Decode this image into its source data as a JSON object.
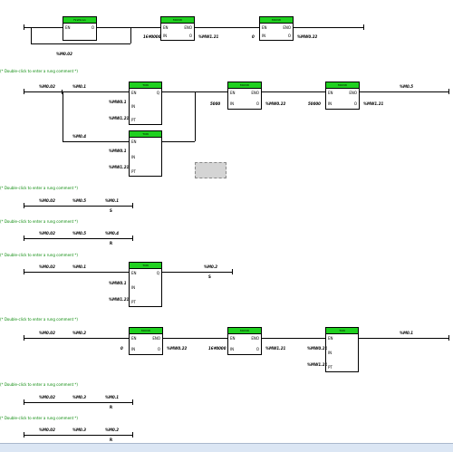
{
  "editor": {
    "comment_text": "(* Double-click to enter a rung comment *)",
    "colors": {
      "block_header": "#20d020",
      "comment": "#0a8a0a",
      "wire": "#000000"
    },
    "rungs": [
      {
        "blocks": [
          {
            "title": "FirstScan",
            "pins": [
              "EN",
              "O"
            ]
          },
          {
            "title": "MOVW",
            "pins": [
              "EN",
              "ENO",
              "IN",
              "O"
            ],
            "in": "16#0000",
            "out": "%MW1.21"
          },
          {
            "title": "MOVW",
            "pins": [
              "EN",
              "ENO",
              "IN",
              "O"
            ],
            "in": "0",
            "out": "%MW0.22"
          }
        ],
        "contact": "%M0.02"
      },
      {
        "contacts": [
          "%M0.02",
          "%M0.1",
          "%M0.4"
        ],
        "blocks": [
          {
            "title": "TON",
            "pins": [
              "EN",
              "IN",
              "PT",
              "Q"
            ],
            "in1": "%MW0.1",
            "in2": "%MW1.21"
          },
          {
            "title": "MOVW",
            "pins": [
              "EN",
              "ENO",
              "IN",
              "O"
            ],
            "in": "5000",
            "out": "%MW0.22"
          },
          {
            "title": "MOVW",
            "pins": [
              "EN",
              "ENO",
              "IN",
              "O"
            ],
            "in": "50000",
            "out": "%MW1.21"
          },
          {
            "title": "TON",
            "pins": [
              "EN",
              "IN",
              "PT"
            ],
            "in1": "%MW0.1",
            "in2": "%MW1.21"
          }
        ],
        "coil": "%M0.5"
      },
      {
        "contacts": [
          "%M0.02",
          "%M0.5",
          "%M0.1"
        ],
        "coil": "S"
      },
      {
        "contacts": [
          "%M0.02",
          "%M0.5",
          "%M0.4"
        ],
        "coil": "R"
      },
      {
        "contacts": [
          "%M0.02",
          "%M0.1"
        ],
        "blocks": [
          {
            "title": "TON",
            "pins": [
              "EN",
              "IN",
              "PT",
              "Q"
            ],
            "in1": "%MW0.1",
            "in2": "%MW1.21"
          }
        ],
        "output": "%M0.2",
        "coil": "S"
      },
      {
        "contacts": [
          "%M0.02",
          "%M0.2"
        ],
        "blocks": [
          {
            "title": "MOVW",
            "pins": [
              "EN",
              "ENO",
              "IN",
              "O"
            ],
            "in": "0",
            "out": "%MW0.22"
          },
          {
            "title": "MOVW",
            "pins": [
              "EN",
              "ENO",
              "IN",
              "O"
            ],
            "in": "16#0000",
            "out": "%MW1.21"
          },
          {
            "title": "TON",
            "pins": [
              "EN",
              "IN",
              "PT"
            ],
            "in1": "%MW0.21",
            "in2": "%MW1.21"
          }
        ],
        "coil": "%M0.1"
      },
      {
        "contacts": [
          "%M0.02",
          "%M0.3",
          "%M0.1"
        ],
        "coil": "R"
      },
      {
        "contacts": [
          "%M0.02",
          "%M0.3",
          "%M0.2"
        ],
        "coil": "R"
      }
    ]
  }
}
